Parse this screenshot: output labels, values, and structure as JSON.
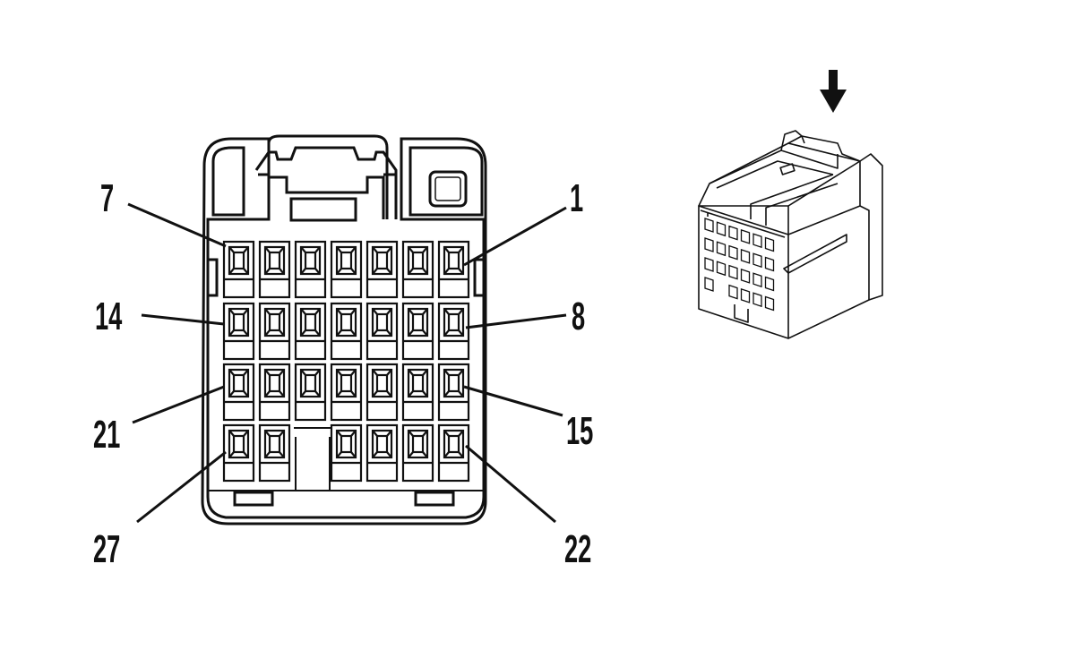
{
  "diagram": {
    "connector_front": {
      "rows": [
        {
          "left_label": "7",
          "right_label": "1"
        },
        {
          "left_label": "14",
          "right_label": "8"
        },
        {
          "left_label": "21",
          "right_label": "15"
        },
        {
          "left_label": "27",
          "right_label": "22"
        }
      ],
      "pins_per_row": [
        7,
        7,
        7,
        6
      ],
      "total_pins": 27
    },
    "connector_3d": {
      "arrow": "down-arrow-icon"
    },
    "colors": {
      "line": "#111111",
      "background": "#ffffff"
    }
  }
}
